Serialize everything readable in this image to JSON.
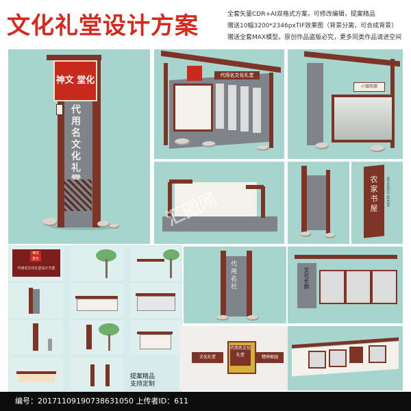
{
  "header": {
    "title": "文化礼堂设计方案",
    "info_lines": [
      "全套矢量CDR+AI双格式方案，可修改编辑，提案精品",
      "赠送10幅3200*2346pxTIF效果图（背景分离，可合成背景）",
      "赠送全套MAX模型。原创作品盗版必究，更多同类作品请进空间"
    ]
  },
  "panels": {
    "tall_sign": {
      "seal": "神文 堂化",
      "vertical_title": "代用名文化礼堂"
    },
    "wall_board": {
      "header": "代用名文化礼堂"
    },
    "side_board": {
      "plaque": "小镇风貌"
    },
    "book_sign": {
      "title": "农家书屋",
      "subtitle": "READING ROOM"
    },
    "culture_wall": {
      "label": "文化长廊"
    },
    "banner_board": {
      "center": "代用名文化礼堂",
      "left": "文化礼堂",
      "right": "精神家园"
    },
    "small_sign": {
      "label": "代用名社"
    },
    "thumb_cover": {
      "seal": "神文 堂化",
      "caption": "代用名文化礼堂设计方案"
    }
  },
  "bottom_note": {
    "line1": "提案精品",
    "line2": "支持定制"
  },
  "watermark": {
    "text": "汇图网"
  },
  "footer": {
    "text": "编号：20171109190738631050 上传者ID：611"
  }
}
